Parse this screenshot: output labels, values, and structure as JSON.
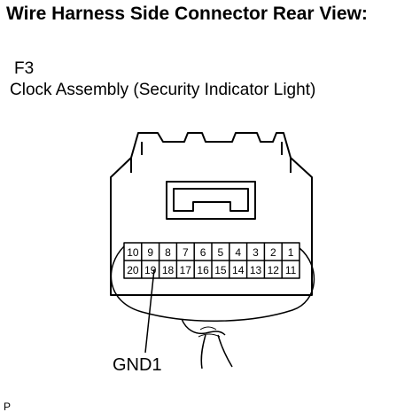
{
  "title": "Wire Harness Side Connector Rear View:",
  "connector": {
    "code": "F3",
    "name": "Clock Assembly (Security Indicator Light)",
    "pins_top": [
      "10",
      "9",
      "8",
      "7",
      "6",
      "5",
      "4",
      "3",
      "2",
      "1"
    ],
    "pins_bottom": [
      "20",
      "19",
      "18",
      "17",
      "16",
      "15",
      "14",
      "13",
      "12",
      "11"
    ]
  },
  "callout": {
    "label": "GND1",
    "pin": "19"
  },
  "footer": "P"
}
